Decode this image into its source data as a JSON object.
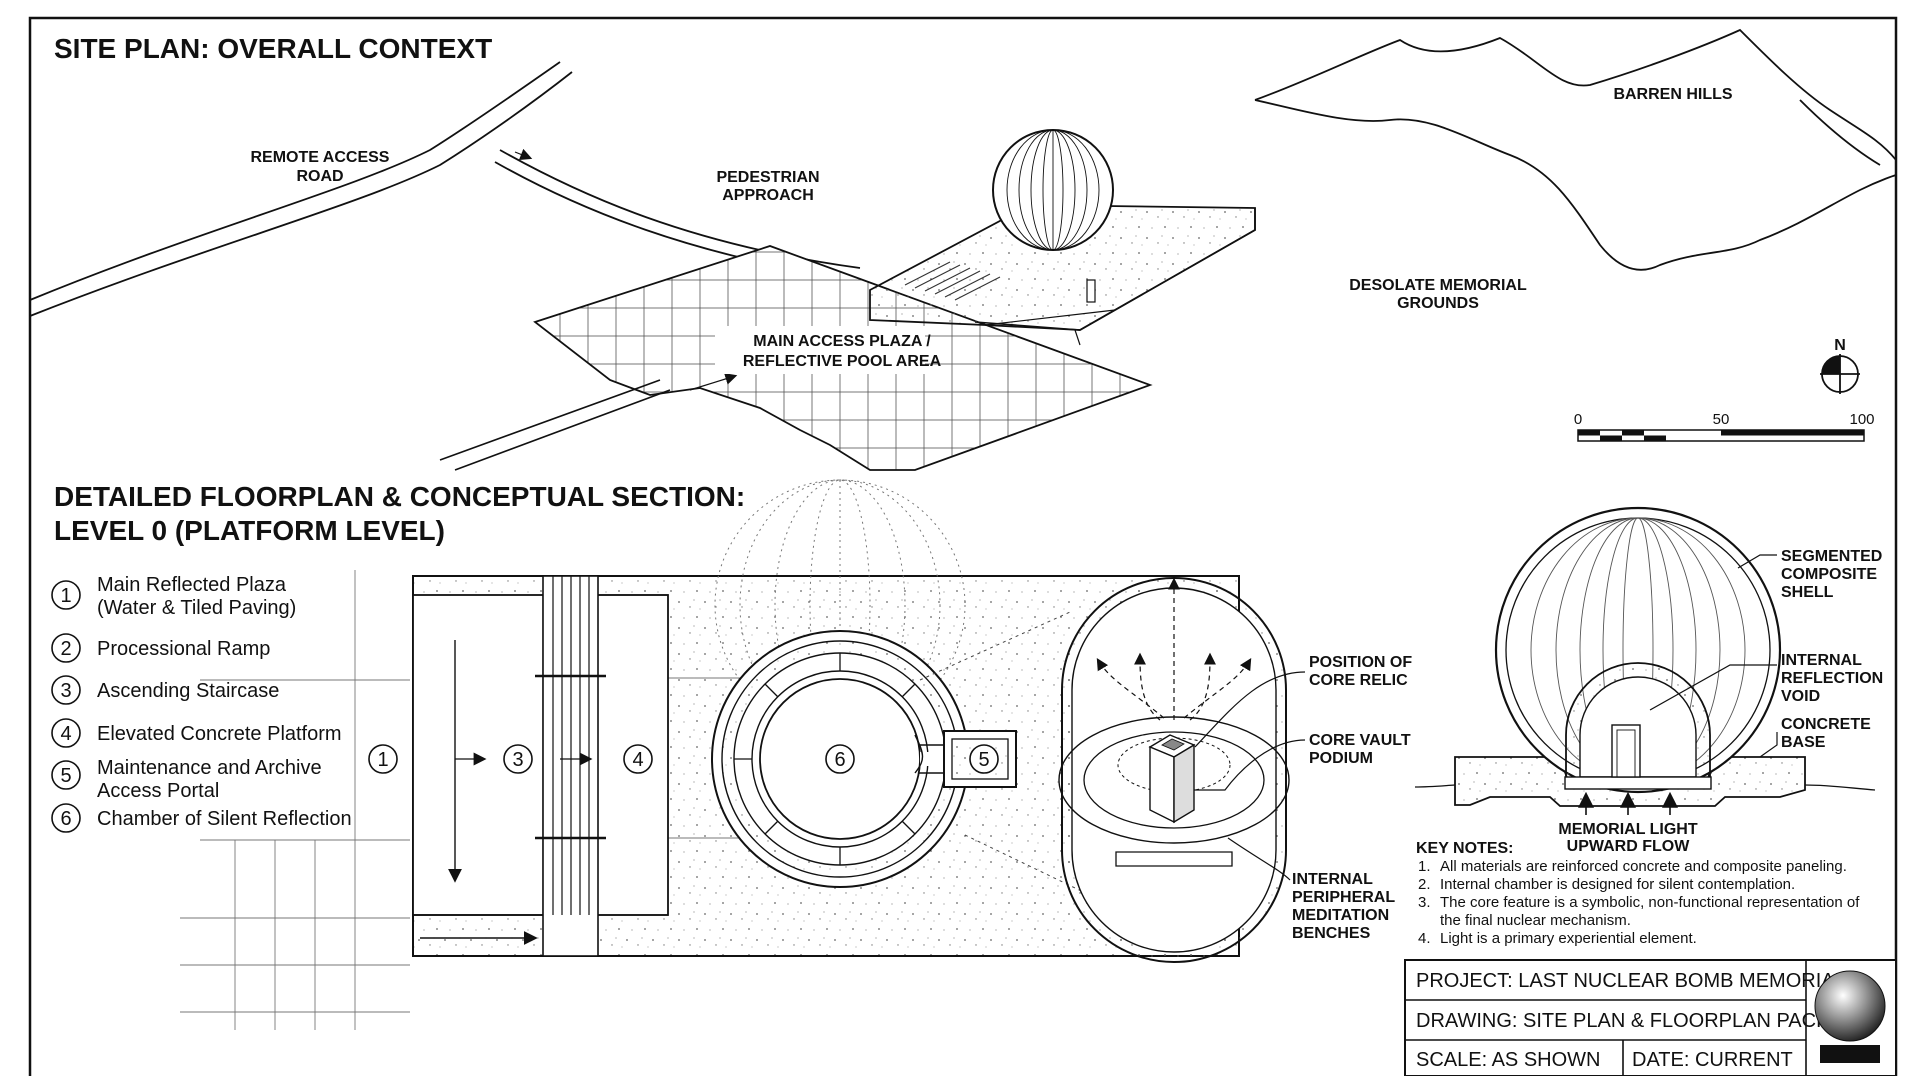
{
  "site_plan": {
    "title": "SITE PLAN: OVERALL CONTEXT",
    "labels": {
      "remote_access_road": [
        "REMOTE ACCESS",
        "ROAD"
      ],
      "pedestrian_approach": [
        "PEDESTRIAN",
        "APPROACH"
      ],
      "plaza": [
        "MAIN ACCESS PLAZA /",
        "REFLECTIVE POOL AREA"
      ],
      "hills": "BARREN HILLS",
      "grounds": [
        "DESOLATE MEMORIAL",
        "GROUNDS"
      ],
      "north": "N"
    },
    "scale_bar": {
      "ticks": [
        "0",
        "50",
        "100"
      ]
    }
  },
  "floorplan": {
    "title_line1": "DETAILED FLOORPLAN & CONCEPTUAL SECTION:",
    "title_line2": "LEVEL 0 (PLATFORM LEVEL)",
    "legend": [
      {
        "num": "1",
        "lines": [
          "Main Reflected Plaza",
          "(Water & Tiled Paving)"
        ]
      },
      {
        "num": "2",
        "lines": [
          "Processional Ramp"
        ]
      },
      {
        "num": "3",
        "lines": [
          "Ascending Staircase"
        ]
      },
      {
        "num": "4",
        "lines": [
          "Elevated Concrete Platform"
        ]
      },
      {
        "num": "5",
        "lines": [
          "Maintenance and Archive",
          "Access Portal"
        ]
      },
      {
        "num": "6",
        "lines": [
          "Chamber of Silent Reflection"
        ]
      }
    ],
    "plan_markers": [
      "1",
      "3",
      "4",
      "6",
      "5"
    ],
    "callouts": {
      "core_relic": [
        "POSITION OF",
        "CORE RELIC"
      ],
      "podium": [
        "CORE VAULT",
        "PODIUM"
      ],
      "benches": [
        "INTERNAL",
        "PERIPHERAL",
        "MEDITATION",
        "BENCHES"
      ]
    }
  },
  "section": {
    "callouts": {
      "shell": [
        "SEGMENTED",
        "COMPOSITE",
        "SHELL"
      ],
      "void": [
        "INTERNAL",
        "REFLECTION",
        "VOID"
      ],
      "base": [
        "CONCRETE",
        "BASE"
      ],
      "light": [
        "MEMORIAL LIGHT",
        "UPWARD FLOW"
      ]
    }
  },
  "key_notes": {
    "heading": "KEY NOTES:",
    "items": [
      {
        "n": "1.",
        "lines": [
          "All materials are reinforced concrete and composite paneling."
        ]
      },
      {
        "n": "2.",
        "lines": [
          "Internal chamber is designed for silent contemplation."
        ]
      },
      {
        "n": "3.",
        "lines": [
          "The core feature is a symbolic, non-functional representation of",
          "the final nuclear mechanism."
        ]
      },
      {
        "n": "4.",
        "lines": [
          "Light is a primary experiential element."
        ]
      }
    ]
  },
  "title_block": {
    "project": "PROJECT: LAST NUCLEAR BOMB MEMORIAL",
    "drawing": "DRAWING: SITE PLAN & FLOORPLAN PACKAGE",
    "scale": "SCALE: AS SHOWN",
    "date": "DATE: CURRENT"
  }
}
